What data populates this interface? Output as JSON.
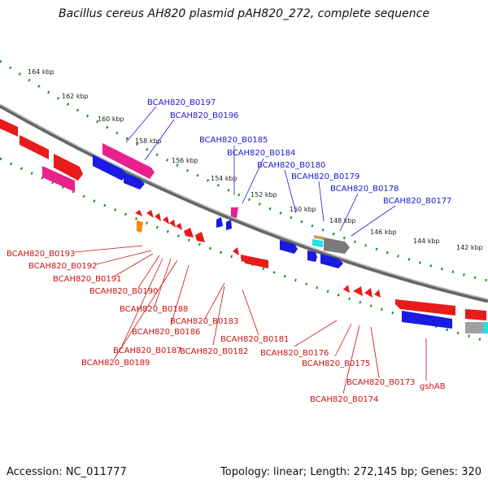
{
  "title": "Bacillus cereus AH820 plasmid pAH820_272, complete sequence",
  "footer": {
    "accession": "Accession: NC_011777",
    "topology": "Topology: linear; Length: 272,145 bp; Genes: 320"
  },
  "ticks": [
    "164 kbp",
    "162 kbp",
    "160 kbp",
    "158 kbp",
    "156 kbp",
    "154 kbp",
    "152 kbp",
    "150 kbp",
    "148 kbp",
    "146 kbp",
    "144 kbp",
    "142 kbp"
  ],
  "forward_labels": [
    "BCAH820_B0197",
    "BCAH820_B0196",
    "BCAH820_B0185",
    "BCAH820_B0184",
    "BCAH820_B0180",
    "BCAH820_B0179",
    "BCAH820_B0178",
    "BCAH820_B0177"
  ],
  "reverse_labels": [
    "BCAH820_B0193",
    "BCAH820_B0192",
    "BCAH820_B0191",
    "BCAH820_B0190",
    "BCAH820_B0188",
    "BCAH820_B0186",
    "BCAH820_B0187",
    "BCAH820_B0189",
    "BCAH820_B0183",
    "BCAH820_B0182",
    "BCAH820_B0181",
    "BCAH820_B0176",
    "BCAH820_B0175",
    "BCAH820_B0174",
    "BCAH820_B0173",
    "gshAB"
  ],
  "colors": {
    "forward_label": "#1a1acc",
    "reverse_label": "#cc1111",
    "tick_dots": "#1a8a1a",
    "backbone": "#888888",
    "gene_red": "#e81a1a",
    "gene_magenta": "#e8208c",
    "gene_blue": "#1a1ae0",
    "gene_gray": "#7a7a7a",
    "gene_orange": "#f08a10",
    "gene_cyan": "#20e0e8"
  }
}
